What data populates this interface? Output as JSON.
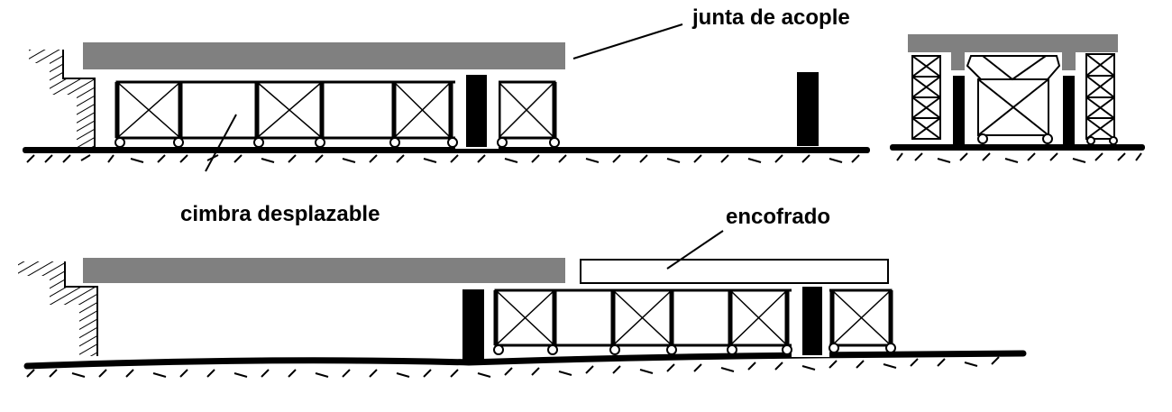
{
  "labels": {
    "joint": "junta de acople",
    "scaffold": "cimbra desplazable",
    "formwork": "encofrado"
  },
  "colors": {
    "deck": "#808080",
    "ink": "#000000",
    "background": "#ffffff"
  }
}
